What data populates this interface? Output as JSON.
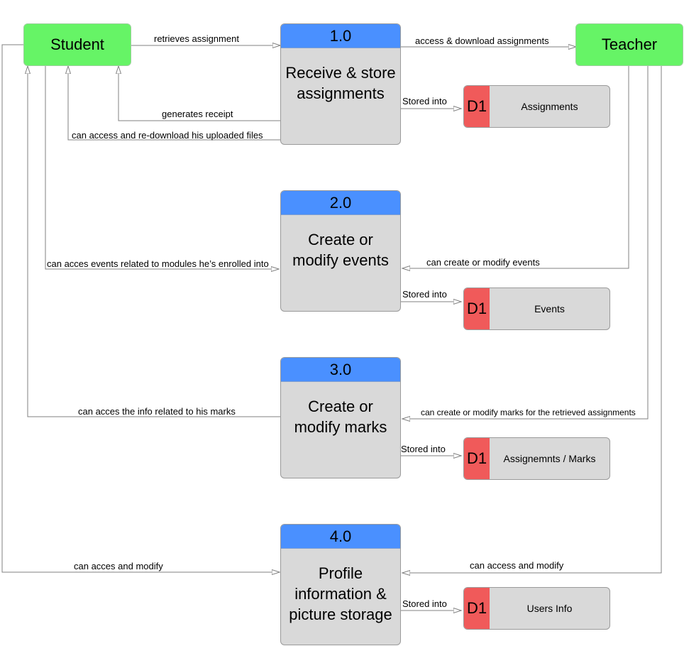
{
  "entities": {
    "student": "Student",
    "teacher": "Teacher"
  },
  "processes": [
    {
      "num": "1.0",
      "title_lines": [
        "Receive & store",
        "assignments"
      ]
    },
    {
      "num": "2.0",
      "title_lines": [
        "Create or",
        "modify events"
      ]
    },
    {
      "num": "3.0",
      "title_lines": [
        "Create or",
        "modify marks"
      ]
    },
    {
      "num": "4.0",
      "title_lines": [
        "Profile",
        "information &",
        "picture storage"
      ]
    }
  ],
  "stores": [
    {
      "id": "D1",
      "name": "Assignments"
    },
    {
      "id": "D1",
      "name": "Events"
    },
    {
      "id": "D1",
      "name": "Assignemnts / Marks"
    },
    {
      "id": "D1",
      "name": "Users Info"
    }
  ],
  "flows": {
    "retrieves_assignment": "retrieves assignment",
    "access_download": "access & download assignments",
    "generates_receipt": "generates receipt",
    "redownload": "can access and re-download his uploaded files",
    "stored_into": "Stored into",
    "student_events": "can acces events related to modules he’s enrolled into",
    "teacher_events": "can create or modify events",
    "student_marks": "can acces the info related to his marks",
    "teacher_marks": "can create or modify marks for the retrieved assignments",
    "student_profile": "can acces and modify",
    "teacher_profile": "can access and modify"
  },
  "colors": {
    "entity": "#66f466",
    "process_header": "#4a90ff",
    "process_body": "#d9d9d9",
    "store_id": "#f05a5a",
    "line": "#808080"
  }
}
